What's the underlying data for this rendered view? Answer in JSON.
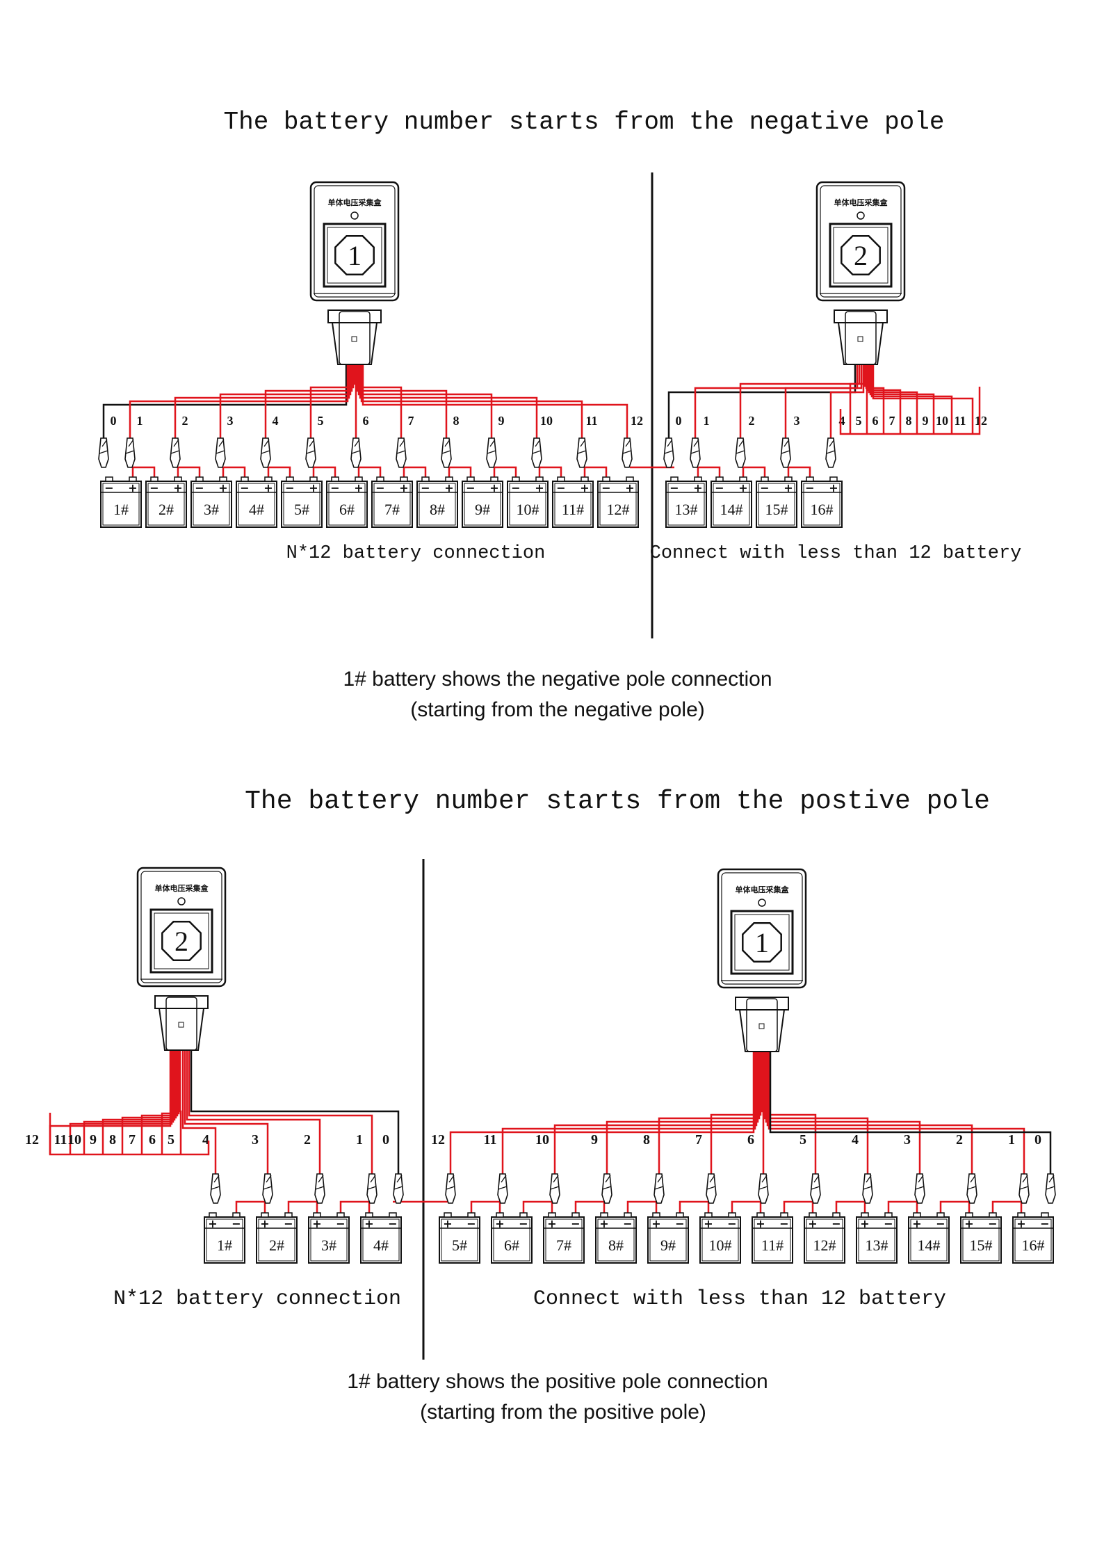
{
  "colors": {
    "wire_red": "#e0141c",
    "wire_black": "#111111",
    "ink": "#111111",
    "paper": "#ffffff"
  },
  "top": {
    "heading": "The battery number starts from the negative pole",
    "caption_left": "N*12 battery connection",
    "caption_right": "Connect with less than 12 battery",
    "note_line1": "1# battery shows the negative pole connection",
    "note_line2": "(starting from the negative pole)",
    "collector_left_label": "单体电压采集盒",
    "collector_left_number": "1",
    "collector_right_label": "单体电压采集盒",
    "collector_right_number": "2",
    "wire_labels_left": [
      "0",
      "1",
      "2",
      "3",
      "4",
      "5",
      "6",
      "7",
      "8",
      "9",
      "10",
      "11",
      "12"
    ],
    "wire_labels_right": [
      "0",
      "1",
      "2",
      "3",
      "4",
      "5",
      "6",
      "7",
      "8",
      "9",
      "10",
      "11",
      "12"
    ],
    "batteries_left": [
      "1#",
      "2#",
      "3#",
      "4#",
      "5#",
      "6#",
      "7#",
      "8#",
      "9#",
      "10#",
      "11#",
      "12#"
    ],
    "batteries_right": [
      "13#",
      "14#",
      "15#",
      "16#"
    ],
    "pole_minus": "−",
    "pole_plus": "+"
  },
  "bottom": {
    "heading": "The battery number starts from the postive pole",
    "caption_left": "N*12 battery connection",
    "caption_right": "Connect with less than 12 battery",
    "note_line1": "1# battery shows the positive pole connection",
    "note_line2": "(starting from the positive pole)",
    "collector_left_label": "单体电压采集盒",
    "collector_left_number": "2",
    "collector_right_label": "单体电压采集盒",
    "collector_right_number": "1",
    "wire_labels_left": [
      "12",
      "11",
      "10",
      "9",
      "8",
      "7",
      "6",
      "5",
      "4",
      "3",
      "2",
      "1",
      "0"
    ],
    "wire_labels_right": [
      "12",
      "11",
      "10",
      "9",
      "8",
      "7",
      "6",
      "5",
      "4",
      "3",
      "2",
      "1",
      "0"
    ],
    "batteries_left": [
      "1#",
      "2#",
      "3#",
      "4#"
    ],
    "batteries_right": [
      "5#",
      "6#",
      "7#",
      "8#",
      "9#",
      "10#",
      "11#",
      "12#",
      "13#",
      "14#",
      "15#",
      "16#"
    ],
    "pole_minus": "−",
    "pole_plus": "+"
  }
}
